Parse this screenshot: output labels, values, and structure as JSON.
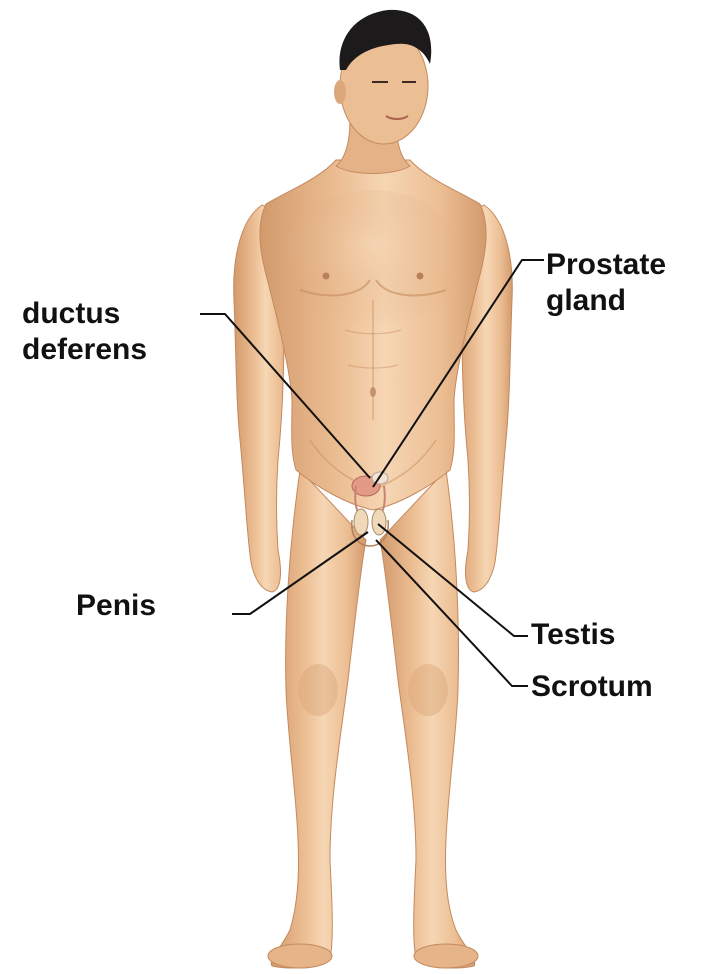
{
  "colors": {
    "skin": "#ecbe93",
    "skin_shadow": "#d29a6c",
    "skin_highlight": "#f6d6b4",
    "hair": "#1c1a1a",
    "organ": "#e39a86",
    "leader_line": "#111111"
  },
  "labels": {
    "prostate_gland": "Prostate\ngland",
    "ductus_deferens": "ductus\ndeferens",
    "penis": "Penis",
    "testis": "Testis",
    "scrotum": "Scrotum"
  }
}
